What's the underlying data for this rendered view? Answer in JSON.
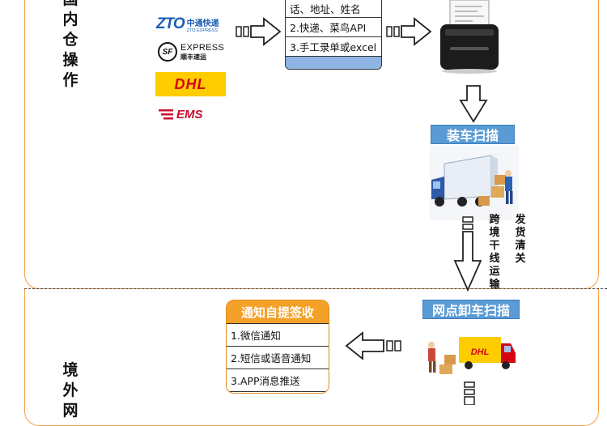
{
  "sections": {
    "domestic_label": "国内仓操作",
    "overseas_label": "境外网"
  },
  "carriers": {
    "zto": {
      "name": "ZTO",
      "cn": "中通快递",
      "en": "ZTO EXPRESS"
    },
    "sf": {
      "mark": "SF",
      "name": "EXPRESS",
      "cn": "顺丰速运"
    },
    "dhl": {
      "name": "DHL"
    },
    "ems": {
      "name": "EMS"
    }
  },
  "order_box": {
    "rows": [
      "话、地址、姓名",
      "2.快递、菜鸟API",
      "3.手工录单或excel",
      ""
    ]
  },
  "loading": {
    "title": "装车扫描",
    "side_left": "跨境干线运输",
    "side_right": "发货清关"
  },
  "unloading": {
    "title": "网点卸车扫描"
  },
  "notify": {
    "title": "通知自提签收",
    "items": [
      "1.微信通知",
      "2.短信或语音通知",
      "3.APP消息推送"
    ]
  },
  "colors": {
    "frame_orange": "#f0a04b",
    "header_blue": "#5b9bd5",
    "notify_orange": "#f4a12a",
    "dhl_yellow": "#ffcc00",
    "dhl_red": "#d40511",
    "ems_red": "#c8102e",
    "zto_blue": "#1a5fb4"
  }
}
